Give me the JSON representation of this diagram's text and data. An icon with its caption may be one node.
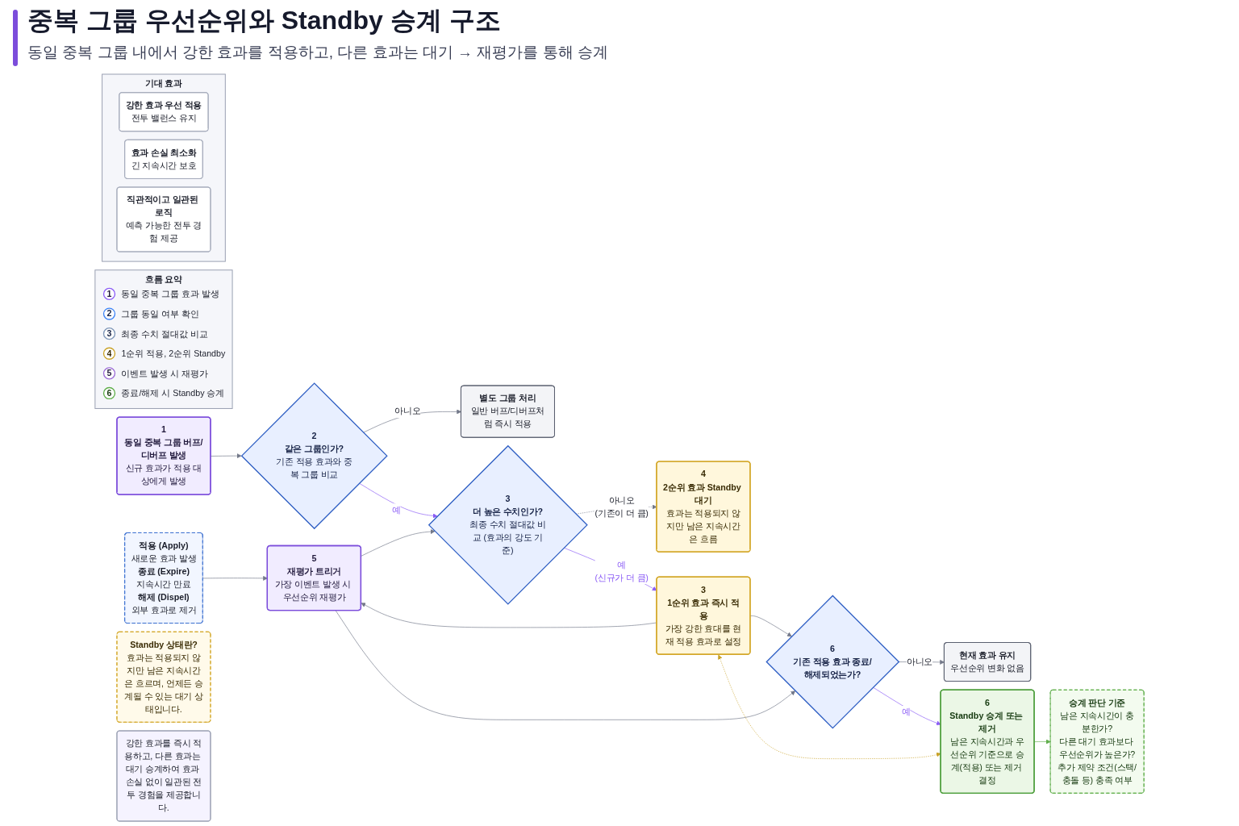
{
  "diagram": {
    "title": "중복 그룹 우선순위와 Standby 승계 구조",
    "caption": "동일 중복 그룹 내에서 강한 효과를 적용하고, 다른 효과는 대기 → 재평가를 통해 승계",
    "nodes": [
      {
        "text": [
          "1",
          "동일 중복 그룹 버프/디버프 발생",
          "신규 효과가 적용 대상에게 발생"
        ]
      },
      {
        "text": [
          "2",
          "같은 그룹인가?",
          "기존 적용 효과와 중복 그룹 비교"
        ]
      },
      {
        "text": [
          "별도 그룹 처리",
          "일반 버프/디버프처럼 즉시 적용"
        ]
      },
      {
        "text": [
          "3",
          "더 높은 수치인가?",
          "최종 수치 절대값 비교 (효과의 강도 기준)"
        ]
      },
      {
        "text": [
          "5",
          "재평가 트리거",
          "가장 이벤트 발생 시 우선순위 재평가"
        ]
      },
      {
        "text": [
          "적용 (Apply)",
          "새로운 효과 발생",
          "종료 (Expire)",
          "지속시간 만료",
          "해제 (Dispel)",
          "외부 효과로 제거"
        ]
      },
      {
        "text": [
          "4",
          "2순위 효과 Standby 대기",
          "효과는 적용되지 않지만 남은 지속시간은 흐름"
        ]
      },
      {
        "text": [
          "3",
          "1순위 효과 즉시 적용",
          "가장 강한 효대를 현재 적용 효과로 설정"
        ]
      },
      {
        "text": [
          "6",
          "기존 적용 효과 종료/해제되었는가?"
        ]
      },
      {
        "text": [
          "현재 효과 유지",
          "우선순위 변화 없음"
        ]
      },
      {
        "text": [
          "Standby 상태란?",
          "효과는 적용되지 않지만 남은 지속시간은 흐르며, 언제든 승계될 수 있는 대기 상태입니다."
        ]
      },
      {
        "text": [
          "6",
          "Standby 승계 또는 제거",
          "남은 지속시간과 우선순위 기준으로 승계(적용) 또는 제거 결정"
        ]
      },
      {
        "text": [
          "승계 판단 기준",
          "남은 지속시간이 충분한가?",
          "다른 대기 효과보다 우선순위가 높은가?",
          "추가 제약 조건(스택/충돌 등) 충족 여부"
        ]
      },
      {
        "text": [
          "흐름 요약"
        ]
      },
      {
        "text": [
          "1"
        ],
        "in": 13,
        "beside": [
          "동일 중복 그룹 효과 발생"
        ]
      },
      {
        "text": [
          "2"
        ],
        "in": 13,
        "beside": [
          "그룹 동일 여부 확인"
        ]
      },
      {
        "text": [
          "3"
        ],
        "in": 13,
        "beside": [
          "최종 수치 절대값 비교"
        ]
      },
      {
        "text": [
          "4"
        ],
        "in": 13,
        "beside": [
          "1순위 적용, 2순위 Standby"
        ]
      },
      {
        "text": [
          "5"
        ],
        "in": 13,
        "beside": [
          "이벤트 발생 시 재평가"
        ]
      },
      {
        "text": [
          "6"
        ],
        "in": 13,
        "beside": [
          "종료/해제 시 Standby 승계"
        ]
      },
      {
        "text": [
          "기대 효과"
        ]
      },
      {
        "text": [
          "강한 효과 우선 적용",
          "전투 밸런스 유지"
        ],
        "in": 20
      },
      {
        "text": [
          "효과 손실 최소화",
          "긴 지속시간 보호"
        ],
        "in": 20
      },
      {
        "text": [
          "직관적이고 일관된 로직",
          "예측 가능한 전투 경험 제공"
        ],
        "in": 20
      },
      {
        "text": [
          "강한 효과를 즉시 적용하고, 다른 효과는 대기 승계하여 효과 손실 없이 일관된 전투 경험을 제공합니다."
        ]
      }
    ],
    "edges": [
      {
        "from": 0,
        "to": 1,
        "arrow": "to"
      },
      {
        "from": 1,
        "to": 2,
        "arrow": "to",
        "label": "아니오"
      },
      {
        "from": 1,
        "to": 3,
        "arrow": "to",
        "label": "예",
        "color": "#8b5cf6"
      },
      {
        "from": 3,
        "to": 6,
        "arrow": "to",
        "label": "아니오 (기존이 더 큼)",
        "style": "dashed"
      },
      {
        "from": 3,
        "to": 7,
        "arrow": "to",
        "label": "예 (신규가 더 큼)",
        "color": "#8b5cf6"
      },
      {
        "from": 4,
        "to": 3,
        "arrow": "to"
      },
      {
        "from": 5,
        "to": 4,
        "arrow": "to"
      },
      {
        "from": 7,
        "to": 4,
        "arrow": "to"
      },
      {
        "from": 7,
        "to": 8,
        "arrow": "to"
      },
      {
        "from": 4,
        "to": 8,
        "arrow": "to"
      },
      {
        "from": 8,
        "to": 9,
        "arrow": "to",
        "label": "아니오"
      },
      {
        "from": 8,
        "to": 11,
        "arrow": "to",
        "label": "예",
        "color": "#8b5cf6"
      },
      {
        "from": 11,
        "to": 12,
        "arrow": "to",
        "color": "#5fae4a"
      },
      {
        "from": 7,
        "to": 11,
        "arrow": "both",
        "style": "dashed",
        "color": "#c9a227"
      }
    ]
  }
}
